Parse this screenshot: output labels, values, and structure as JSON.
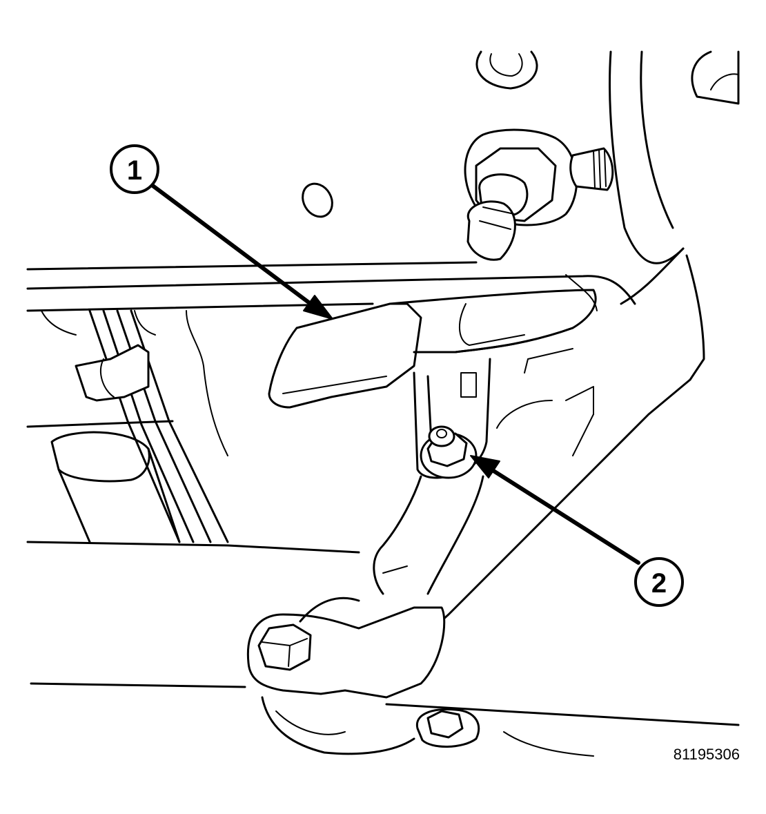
{
  "callouts": [
    {
      "label": "1"
    },
    {
      "label": "2"
    }
  ],
  "figure_id": "81195306"
}
